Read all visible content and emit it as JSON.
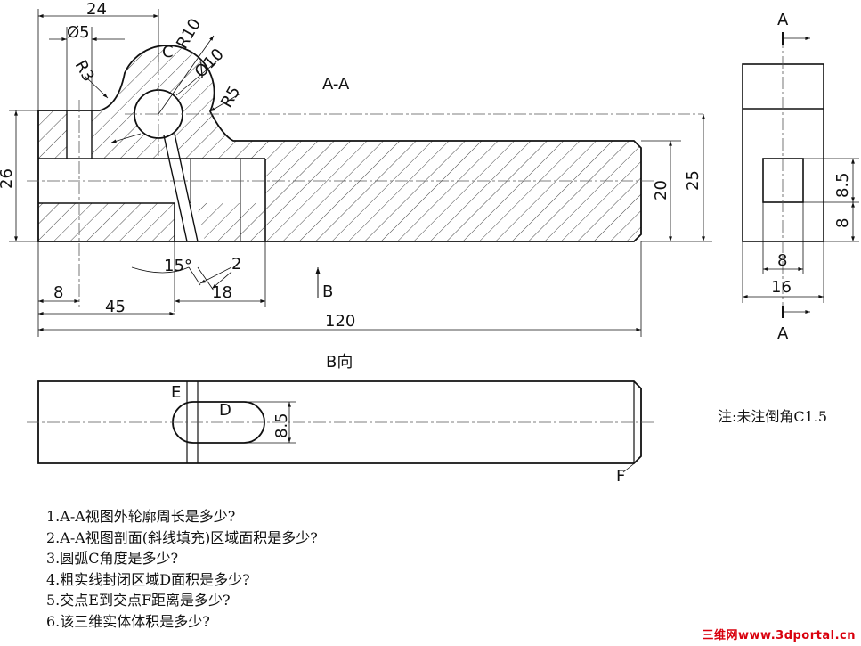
{
  "views": {
    "section_label": "A-A",
    "view_b_label": "B向",
    "view_b_arrow": "B",
    "section_marks": [
      "A",
      "A"
    ]
  },
  "dimensions": {
    "d24": "24",
    "d5": "Ø5",
    "r10": "R10",
    "c": "C",
    "r3": "R3",
    "d10": "Ø10",
    "r5": "R5",
    "d26": "26",
    "d20": "20",
    "d25": "25",
    "angle15": "15°",
    "d2": "2",
    "d8": "8",
    "d18": "18",
    "d45": "45",
    "d120": "120",
    "side_85": "8.5",
    "side_8v": "8",
    "side_8h": "8",
    "side_16": "16",
    "slot_85": "8.5"
  },
  "points": {
    "d": "D",
    "e": "E",
    "f": "F"
  },
  "note": "注:未注倒角C1.5",
  "questions": [
    "1.A-A视图外轮廓周长是多少?",
    "2.A-A视图剖面(斜线填充)区域面积是多少?",
    "3.圆弧C角度是多少?",
    "4.粗实线封闭区域D面积是多少?",
    "5.交点E到交点F距离是多少?",
    "6.该三维实体体积是多少?"
  ],
  "watermark": "三维网www.3dportal.cn"
}
